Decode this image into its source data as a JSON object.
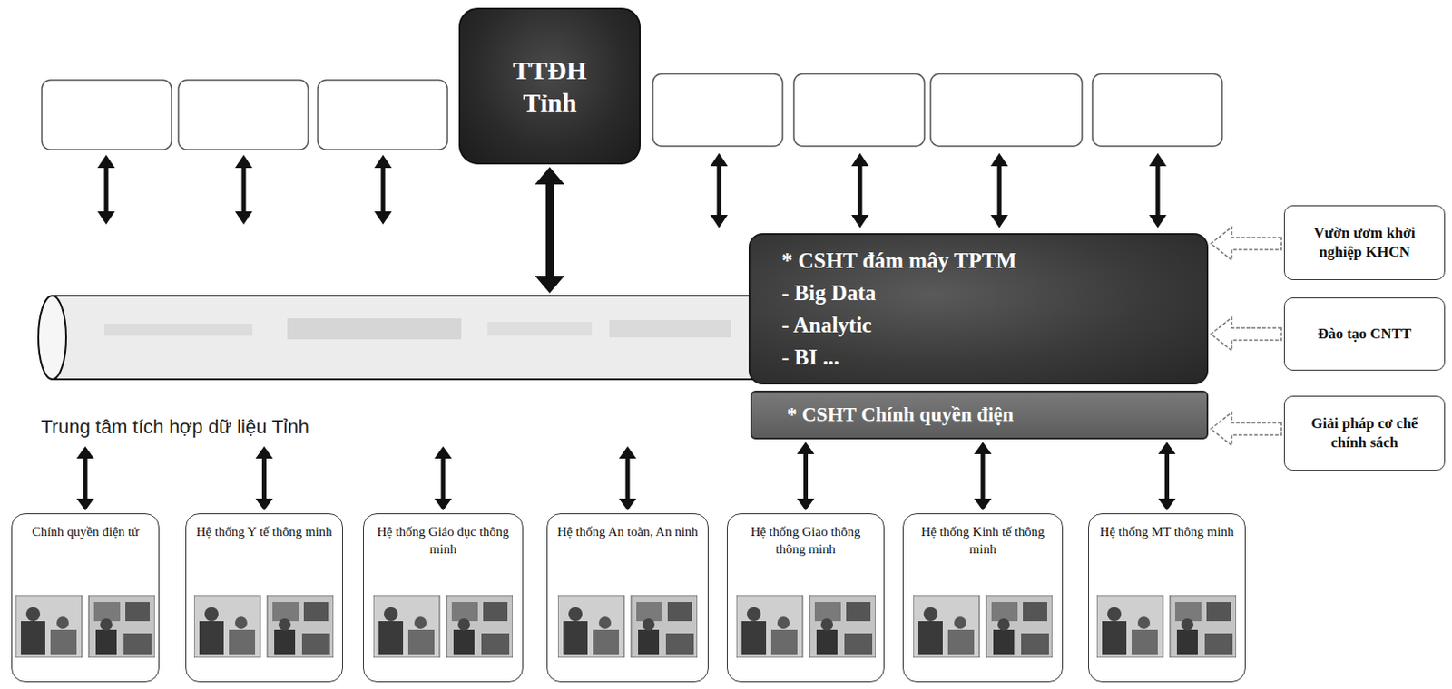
{
  "diagram": {
    "nodes": [
      {
        "text": [
          "TTĐH Tỉnh"
        ]
      },
      {
        "text": [
          "Trung tâm tích hợp dữ liệu Tỉnh"
        ]
      },
      {
        "text": [
          "* CSHT đám mây TPTM",
          "- Big Data",
          "- Analytic",
          "- BI ..."
        ]
      },
      {
        "text": [
          "* CSHT Chính quyền điện"
        ]
      },
      {
        "text": [
          "Vườn ươm khởi nghiệp KHCN"
        ]
      },
      {
        "text": [
          "Đào tạo CNTT"
        ]
      },
      {
        "text": [
          "Giải pháp cơ chế chính sách"
        ]
      },
      {
        "text": [
          "Chính quyền điện tử"
        ]
      },
      {
        "text": [
          "Hệ thống Y tế thông minh"
        ]
      },
      {
        "text": [
          "Hệ thống Giáo dục thông minh"
        ]
      },
      {
        "text": [
          "Hệ thống An toàn, An ninh"
        ]
      },
      {
        "text": [
          "Hệ thống Giao thông thông minh"
        ]
      },
      {
        "text": [
          "Hệ thống Kinh tế thông minh"
        ]
      },
      {
        "text": [
          "Hệ thống MT thông minh"
        ]
      }
    ],
    "edges": [
      {
        "from": 0,
        "to": 1,
        "arrow": "both"
      },
      {
        "from": 4,
        "to": 2,
        "arrow": "to"
      },
      {
        "from": 5,
        "to": 2,
        "arrow": "to"
      },
      {
        "from": 6,
        "to": 3,
        "arrow": "to"
      },
      {
        "from": 7,
        "to": 1,
        "arrow": "both"
      },
      {
        "from": 8,
        "to": 1,
        "arrow": "both"
      },
      {
        "from": 9,
        "to": 1,
        "arrow": "both"
      },
      {
        "from": 10,
        "to": 1,
        "arrow": "both"
      },
      {
        "from": 11,
        "to": 3,
        "arrow": "both"
      },
      {
        "from": 12,
        "to": 3,
        "arrow": "both"
      },
      {
        "from": 13,
        "to": 3,
        "arrow": "both"
      }
    ]
  }
}
